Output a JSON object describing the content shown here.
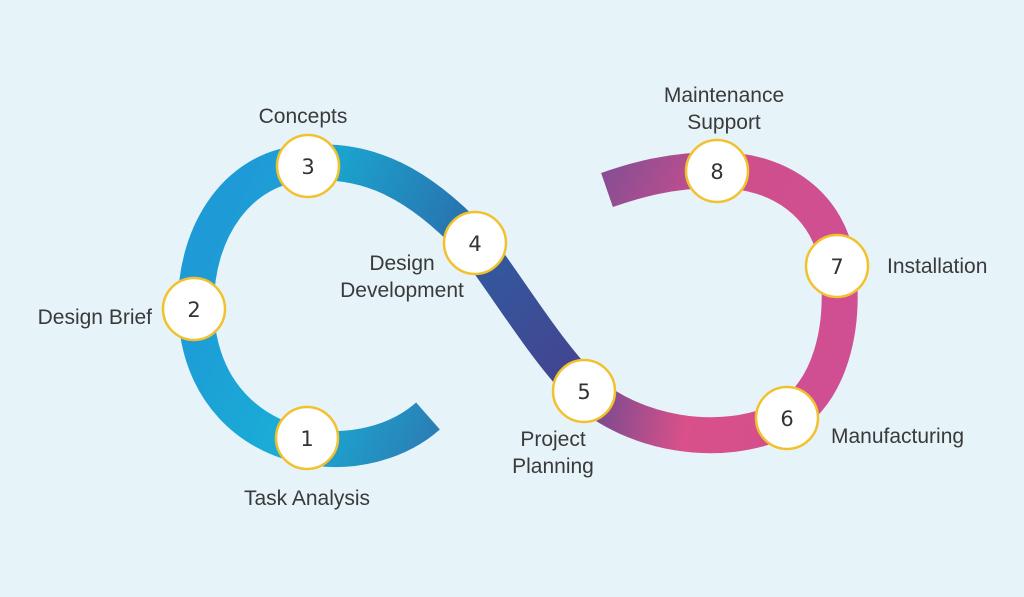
{
  "steps": [
    {
      "number": "1",
      "label": "Task Analysis"
    },
    {
      "number": "2",
      "label": "Design Brief"
    },
    {
      "number": "3",
      "label": "Concepts"
    },
    {
      "number": "4",
      "label": "Design\nDevelopment"
    },
    {
      "number": "5",
      "label": "Project\nPlanning"
    },
    {
      "number": "6",
      "label": "Manufacturing"
    },
    {
      "number": "7",
      "label": "Installation"
    },
    {
      "number": "8",
      "label": "Maintenance\nSupport"
    }
  ],
  "colors": {
    "background": "#e6f3f9",
    "node_border": "#f2c12e",
    "node_fill": "#ffffff",
    "loop_left_start": "#1aa7d8",
    "loop_mid": "#3a4b9a",
    "loop_right": "#cf4f8c"
  }
}
